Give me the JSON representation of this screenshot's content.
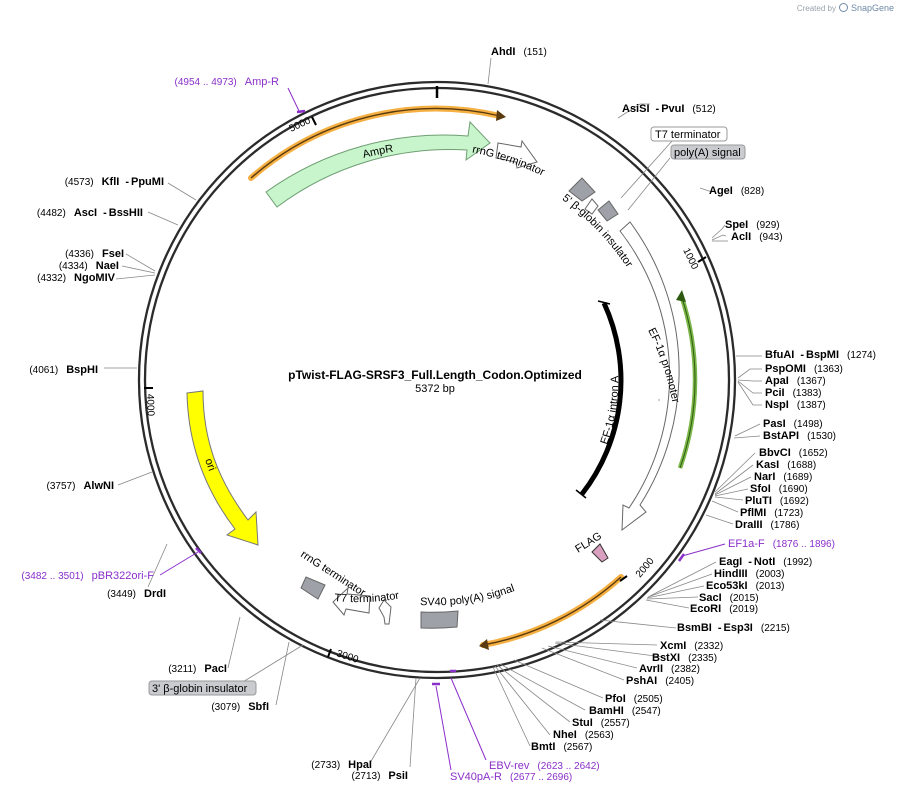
{
  "credit": {
    "created_by": "Created by",
    "brand": "SnapGene"
  },
  "plasmid": {
    "name": "pTwist-FLAG-SRSF3_Full.Length_Codon.Optimized",
    "size": "5372 bp"
  },
  "ticks": [
    "1000",
    "2000",
    "3000",
    "4000",
    "5000"
  ],
  "features": {
    "ampr": "AmpR",
    "rrng1": "rrnG terminator",
    "beta5": "5' β-globin insulator",
    "ef1a_promoter": "EF-1α promoter",
    "ef1a_intron": "EF-1α intron A",
    "flag": "FLAG",
    "sv40": "SV40 poly(A) signal",
    "t7b": "T7 terminator",
    "rrng2": "rrnG terminator",
    "ori": "ori"
  },
  "boxes": {
    "t7": "T7 terminator",
    "polya": "poly(A) signal",
    "beta3": "3' β-globin insulator"
  },
  "sites": {
    "ahdi": {
      "name": "AhdI",
      "pos": "(151)"
    },
    "asisi": {
      "name": "AsiSI",
      "sep": "-",
      "name2": "PvuI",
      "pos": "(512)"
    },
    "agei": {
      "name": "AgeI",
      "pos": "(828)"
    },
    "spei": {
      "name": "SpeI",
      "pos": "(929)"
    },
    "acli": {
      "name": "AclI",
      "pos": "(943)"
    },
    "bfuai": {
      "name": "BfuAI",
      "sep": "-",
      "name2": "BspMI",
      "pos": "(1274)"
    },
    "pspomi": {
      "name": "PspOMI",
      "pos": "(1363)"
    },
    "apai": {
      "name": "ApaI",
      "pos": "(1367)"
    },
    "pcii": {
      "name": "PciI",
      "pos": "(1383)"
    },
    "nspi": {
      "name": "NspI",
      "pos": "(1387)"
    },
    "pasi": {
      "name": "PasI",
      "pos": "(1498)"
    },
    "bstapi": {
      "name": "BstAPI",
      "pos": "(1530)"
    },
    "bbvci": {
      "name": "BbvCI",
      "pos": "(1652)"
    },
    "kasi": {
      "name": "KasI",
      "pos": "(1688)"
    },
    "nari": {
      "name": "NarI",
      "pos": "(1689)"
    },
    "sfoi": {
      "name": "SfoI",
      "pos": "(1690)"
    },
    "pluti": {
      "name": "PluTI",
      "pos": "(1692)"
    },
    "pflmi": {
      "name": "PflMI",
      "pos": "(1723)"
    },
    "draiii": {
      "name": "DraIII",
      "pos": "(1786)"
    },
    "eagi": {
      "name": "EagI",
      "sep": "-",
      "name2": "NotI",
      "pos": "(1992)"
    },
    "hindiii": {
      "name": "HindIII",
      "pos": "(2003)"
    },
    "eco53ki": {
      "name": "Eco53kI",
      "pos": "(2013)"
    },
    "saci": {
      "name": "SacI",
      "pos": "(2015)"
    },
    "ecori": {
      "name": "EcoRI",
      "pos": "(2019)"
    },
    "bsmbi": {
      "name": "BsmBI",
      "sep": "-",
      "name2": "Esp3I",
      "pos": "(2215)"
    },
    "xcmi": {
      "name": "XcmI",
      "pos": "(2332)"
    },
    "bstxi": {
      "name": "BstXI",
      "pos": "(2335)"
    },
    "avrii": {
      "name": "AvrII",
      "pos": "(2382)"
    },
    "pshai": {
      "name": "PshAI",
      "pos": "(2405)"
    },
    "pfoi": {
      "name": "PfoI",
      "pos": "(2505)"
    },
    "bamhi": {
      "name": "BamHI",
      "pos": "(2547)"
    },
    "stui": {
      "name": "StuI",
      "pos": "(2557)"
    },
    "nhei": {
      "name": "NheI",
      "pos": "(2563)"
    },
    "bmti": {
      "name": "BmtI",
      "pos": "(2567)"
    },
    "hpai": {
      "name": "HpaI",
      "pos": "(2733)"
    },
    "psii": {
      "name": "PsiI",
      "pos": "(2713)"
    },
    "sbfi": {
      "name": "SbfI",
      "pos": "(3079)"
    },
    "paci": {
      "name": "PacI",
      "pos": "(3211)"
    },
    "drdi": {
      "name": "DrdI",
      "pos": "(3449)"
    },
    "alwni": {
      "name": "AlwNI",
      "pos": "(3757)"
    },
    "bsphi": {
      "name": "BspHI",
      "pos": "(4061)"
    },
    "ngomiv": {
      "name": "NgoMIV",
      "pos": "(4332)"
    },
    "naei": {
      "name": "NaeI",
      "pos": "(4334)"
    },
    "fsei": {
      "name": "FseI",
      "pos": "(4336)"
    },
    "asci": {
      "name": "AscI",
      "sep": "-",
      "name2": "BssHII",
      "pos": "(4482)"
    },
    "kfli": {
      "name": "KflI",
      "sep": "-",
      "name2": "PpuMI",
      "pos": "(4573)"
    }
  },
  "primers": {
    "ampr_r": {
      "range": "(4954 .. 4973)",
      "name": "Amp-R"
    },
    "ef1a_f": {
      "name": "EF1a-F",
      "range": "(1876 .. 1896)"
    },
    "ebv_rev": {
      "name": "EBV-rev",
      "range": "(2623 .. 2642)"
    },
    "sv40pa_r": {
      "name": "SV40pA-R",
      "range": "(2677 .. 2696)"
    },
    "pbr322ori_f": {
      "range": "(3482 .. 3501)",
      "name": "pBR322ori-F"
    }
  },
  "colors": {
    "ampr": "#c8f5cc",
    "ori": "#ffff00",
    "flag": "#d9a0c0",
    "primer": "#8b2fc9",
    "promoter_ring": "#7ab648",
    "orange_ring": "#f5b041",
    "grey_box": "#b3b6bb"
  }
}
